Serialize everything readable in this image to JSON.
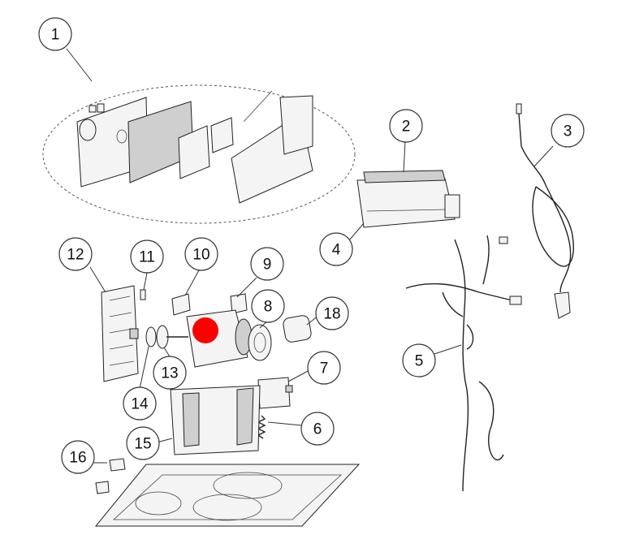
{
  "callouts": [
    {
      "id": "part-1",
      "label": "1"
    },
    {
      "id": "part-2",
      "label": "2"
    },
    {
      "id": "part-3",
      "label": "3"
    },
    {
      "id": "part-4",
      "label": "4"
    },
    {
      "id": "part-5",
      "label": "5"
    },
    {
      "id": "part-6",
      "label": "6"
    },
    {
      "id": "part-7",
      "label": "7"
    },
    {
      "id": "part-8",
      "label": "8"
    },
    {
      "id": "part-9",
      "label": "9"
    },
    {
      "id": "part-10",
      "label": "10"
    },
    {
      "id": "part-11",
      "label": "11"
    },
    {
      "id": "part-12",
      "label": "12"
    },
    {
      "id": "part-13",
      "label": "13"
    },
    {
      "id": "part-14",
      "label": "14"
    },
    {
      "id": "part-15",
      "label": "15"
    },
    {
      "id": "part-16",
      "label": "16"
    },
    {
      "id": "part-18",
      "label": "18"
    }
  ],
  "highlight_color": "#ff0000"
}
